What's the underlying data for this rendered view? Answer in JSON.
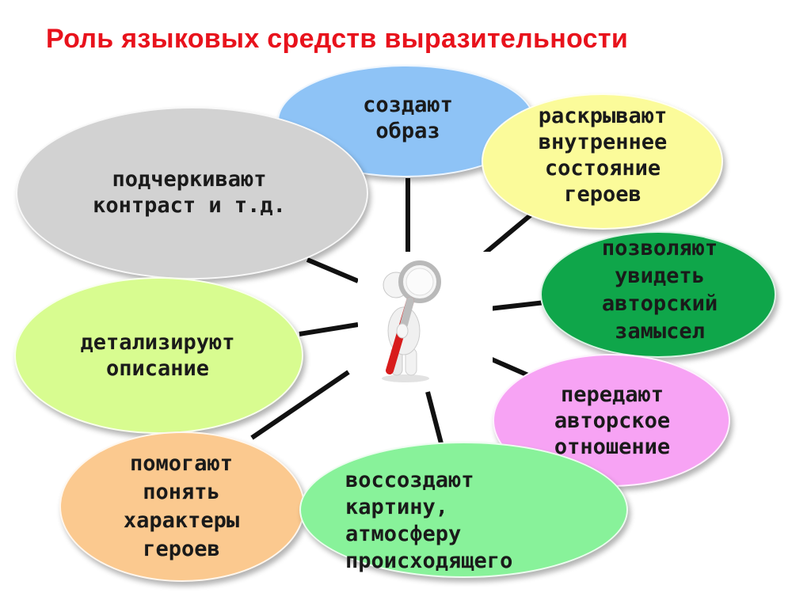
{
  "title": "Роль языковых средств выразительности",
  "bubbles": [
    {
      "id": "sozdayut",
      "text": "создают\nобраз",
      "color": "#8ec3f6"
    },
    {
      "id": "raskryvayut",
      "text": "раскрывают\nвнутреннее\nсостояние\nгероев",
      "color": "#fbfb9a"
    },
    {
      "id": "podcherkivayut",
      "text": "подчеркивают\nконтраст и т.д.",
      "color": "#d2d2d2"
    },
    {
      "id": "pozvolyayut",
      "text": "позволяют\nувидеть\nавторский\nзамысел",
      "color": "#0fa64a"
    },
    {
      "id": "detaliziruyut",
      "text": "детализируют\nописание",
      "color": "#d8fc90"
    },
    {
      "id": "peredayut",
      "text": "передают\nавторское\nотношение",
      "color": "#f7a3f4"
    },
    {
      "id": "pomogayut",
      "text": "помогают\nпонять\nхарактеры\nгероев",
      "color": "#fbc98f"
    },
    {
      "id": "vossozdayut",
      "text": "воссоздают\nкартину,\nатмосферу\nпроисходящего",
      "color": "#88f29a"
    }
  ],
  "center_icon": "magnifier-figure-icon"
}
